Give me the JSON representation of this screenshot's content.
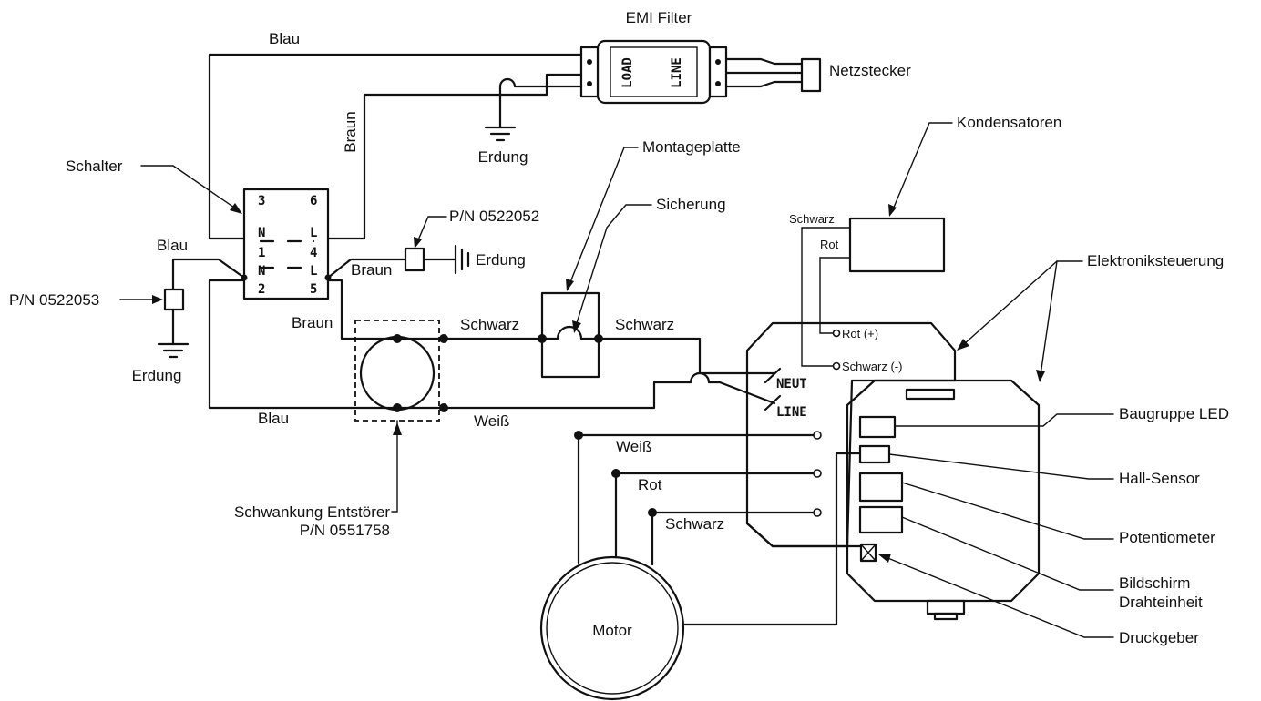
{
  "labels": {
    "emi_filter": "EMI Filter",
    "netzstecker": "Netzstecker",
    "erdung_top": "Erdung",
    "erdung_left": "Erdung",
    "erdung_mid": "Erdung",
    "blau_top": "Blau",
    "braun_vertical": "Braun",
    "schalter": "Schalter",
    "blau_left": "Blau",
    "pn_0522053": "P/N 0522053",
    "pn_0522052": "P/N 0522052",
    "braun_mid": "Braun",
    "braun_low": "Braun",
    "blau_bottom": "Blau",
    "schwarz_1": "Schwarz",
    "schwarz_2": "Schwarz",
    "weiss_1": "Weiß",
    "montageplatte": "Montageplatte",
    "sicherung": "Sicherung",
    "kondensatoren": "Kondensatoren",
    "cap_schwarz": "Schwarz",
    "cap_rot": "Rot",
    "rot_plus": "Rot (+)",
    "schwarz_minus": "Schwarz (-)",
    "neut": "NEUT",
    "line": "LINE",
    "elektroniksteuerung": "Elektroniksteuerung",
    "baugruppe_led": "Baugruppe LED",
    "hall_sensor": "Hall-Sensor",
    "potentiometer": "Potentiometer",
    "bildschirm": "Bildschirm",
    "drahteinheit": "Drahteinheit",
    "druckgeber": "Druckgeber",
    "motor_weiss": "Weiß",
    "motor_rot": "Rot",
    "motor_schwarz": "Schwarz",
    "motor": "Motor",
    "schwankung": "Schwankung Entstörer",
    "schwankung_pn": "P/N 0551758",
    "load": "LOAD",
    "line_filter": "LINE"
  },
  "switch_terminals": {
    "t3": "3",
    "t6": "6",
    "t1": "1",
    "t4": "4",
    "t2": "2",
    "t5": "5",
    "n_top": "N",
    "n_bot": "N",
    "l_top": "L",
    "l_bot": "L"
  }
}
